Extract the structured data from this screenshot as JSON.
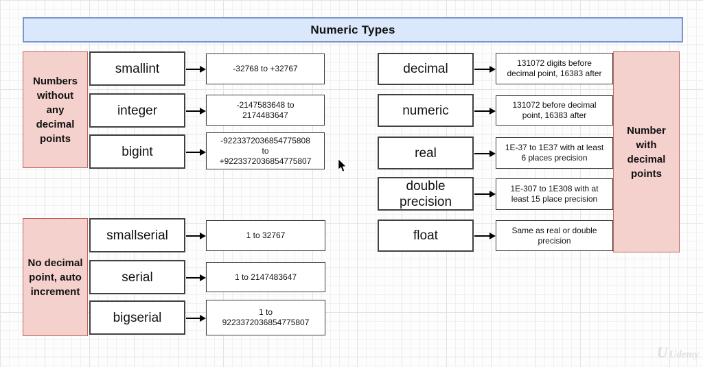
{
  "title": "Numeric Types",
  "watermark": {
    "mark": "U",
    "text": "Udemy"
  },
  "colors": {
    "header_fill": "#dbe7fa",
    "header_border": "#7b96c9",
    "category_fill": "#f5d1ce",
    "category_border": "#bd6358",
    "box_border": "#404040"
  },
  "groups": {
    "integers": {
      "label": "Numbers\nwithout\nany\ndecimal\npoints",
      "rows": [
        {
          "type": "smallint",
          "range": "-32768 to +32767"
        },
        {
          "type": "integer",
          "range": "-2147583648 to\n2174483647"
        },
        {
          "type": "bigint",
          "range": "-9223372036854775808\nto\n+9223372036854775807"
        }
      ]
    },
    "serials": {
      "label": "No decimal\npoint, auto\nincrement",
      "rows": [
        {
          "type": "smallserial",
          "range": "1 to 32767"
        },
        {
          "type": "serial",
          "range": "1 to 2147483647"
        },
        {
          "type": "bigserial",
          "range": "1 to\n9223372036854775807"
        }
      ]
    },
    "decimals": {
      "label": "Number\nwith\ndecimal\npoints",
      "rows": [
        {
          "type": "decimal",
          "range": "131072 digits before\ndecimal point, 16383 after"
        },
        {
          "type": "numeric",
          "range": "131072 before decimal\npoint, 16383 after"
        },
        {
          "type": "real",
          "range": "1E-37 to 1E37 with at least\n6 places precision"
        },
        {
          "type": "double precision",
          "range": "1E-307 to 1E308 with at\nleast 15 place precision"
        },
        {
          "type": "float",
          "range": "Same as real or double\nprecision"
        }
      ]
    }
  }
}
